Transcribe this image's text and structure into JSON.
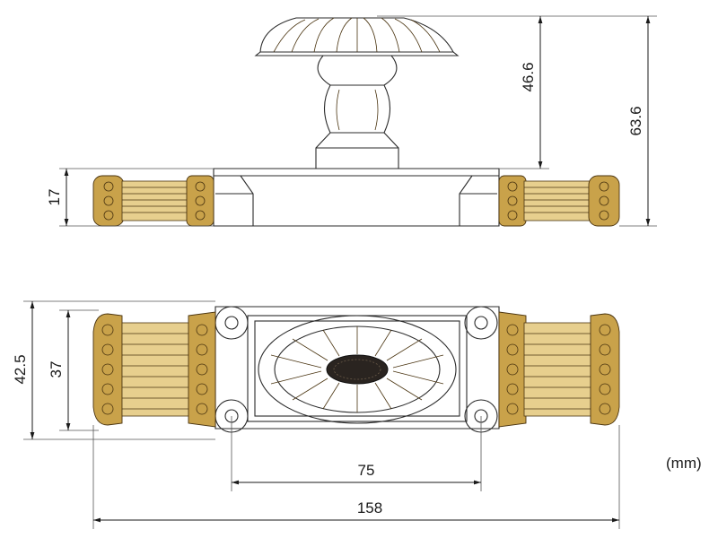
{
  "colors": {
    "line": "#1a1a1a",
    "outline": "#2b2b2b",
    "brass": "#c9a24a",
    "brass_light": "#e7cf8e",
    "brass_dark": "#4a3410",
    "background": "#ffffff"
  },
  "dimensions": {
    "knob_height": "46.6",
    "total_height": "63.6",
    "base_height": "17",
    "plate_outer_height": "42.5",
    "plate_inner_height": "37",
    "screw_spacing": "75",
    "overall_length": "158"
  },
  "unit_label": "(mm)"
}
